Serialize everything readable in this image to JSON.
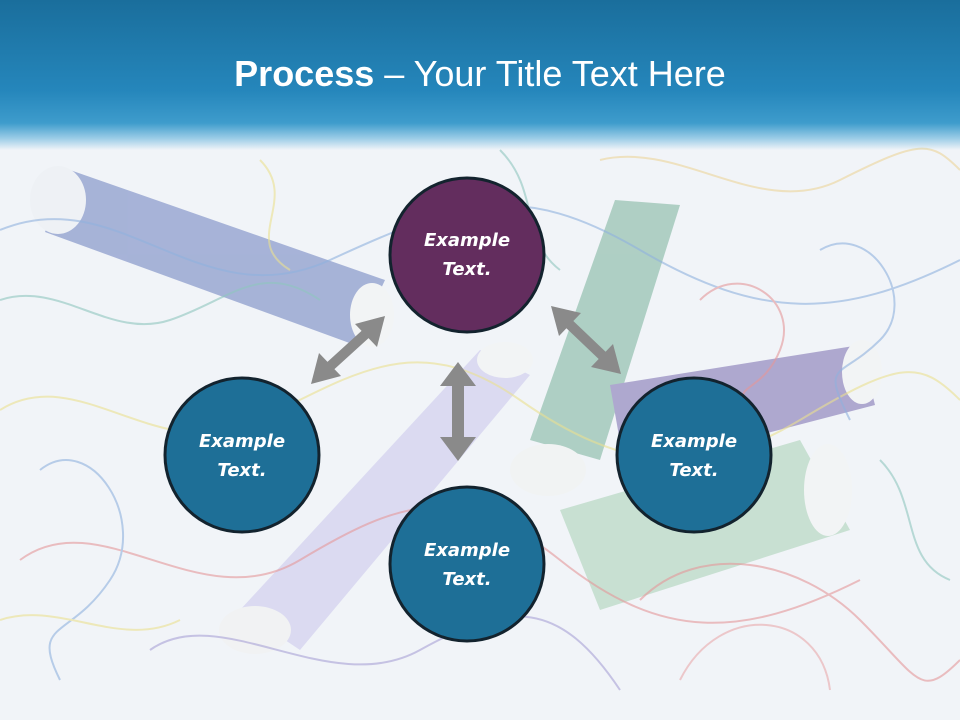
{
  "title": {
    "bold": "Process",
    "rest": " – Your Title Text Here"
  },
  "nodes": [
    {
      "id": "top",
      "line1": "Example",
      "line2": "Text.",
      "color": "#632d5e"
    },
    {
      "id": "left",
      "line1": "Example",
      "line2": "Text.",
      "color": "#1e6f97"
    },
    {
      "id": "bottom",
      "line1": "Example",
      "line2": "Text.",
      "color": "#1e6f97"
    },
    {
      "id": "right",
      "line1": "Example",
      "line2": "Text.",
      "color": "#1e6f97"
    }
  ],
  "colors": {
    "title_bar": "#2586bb",
    "arrow": "#8a8a8a",
    "node_border": "#13232e"
  }
}
